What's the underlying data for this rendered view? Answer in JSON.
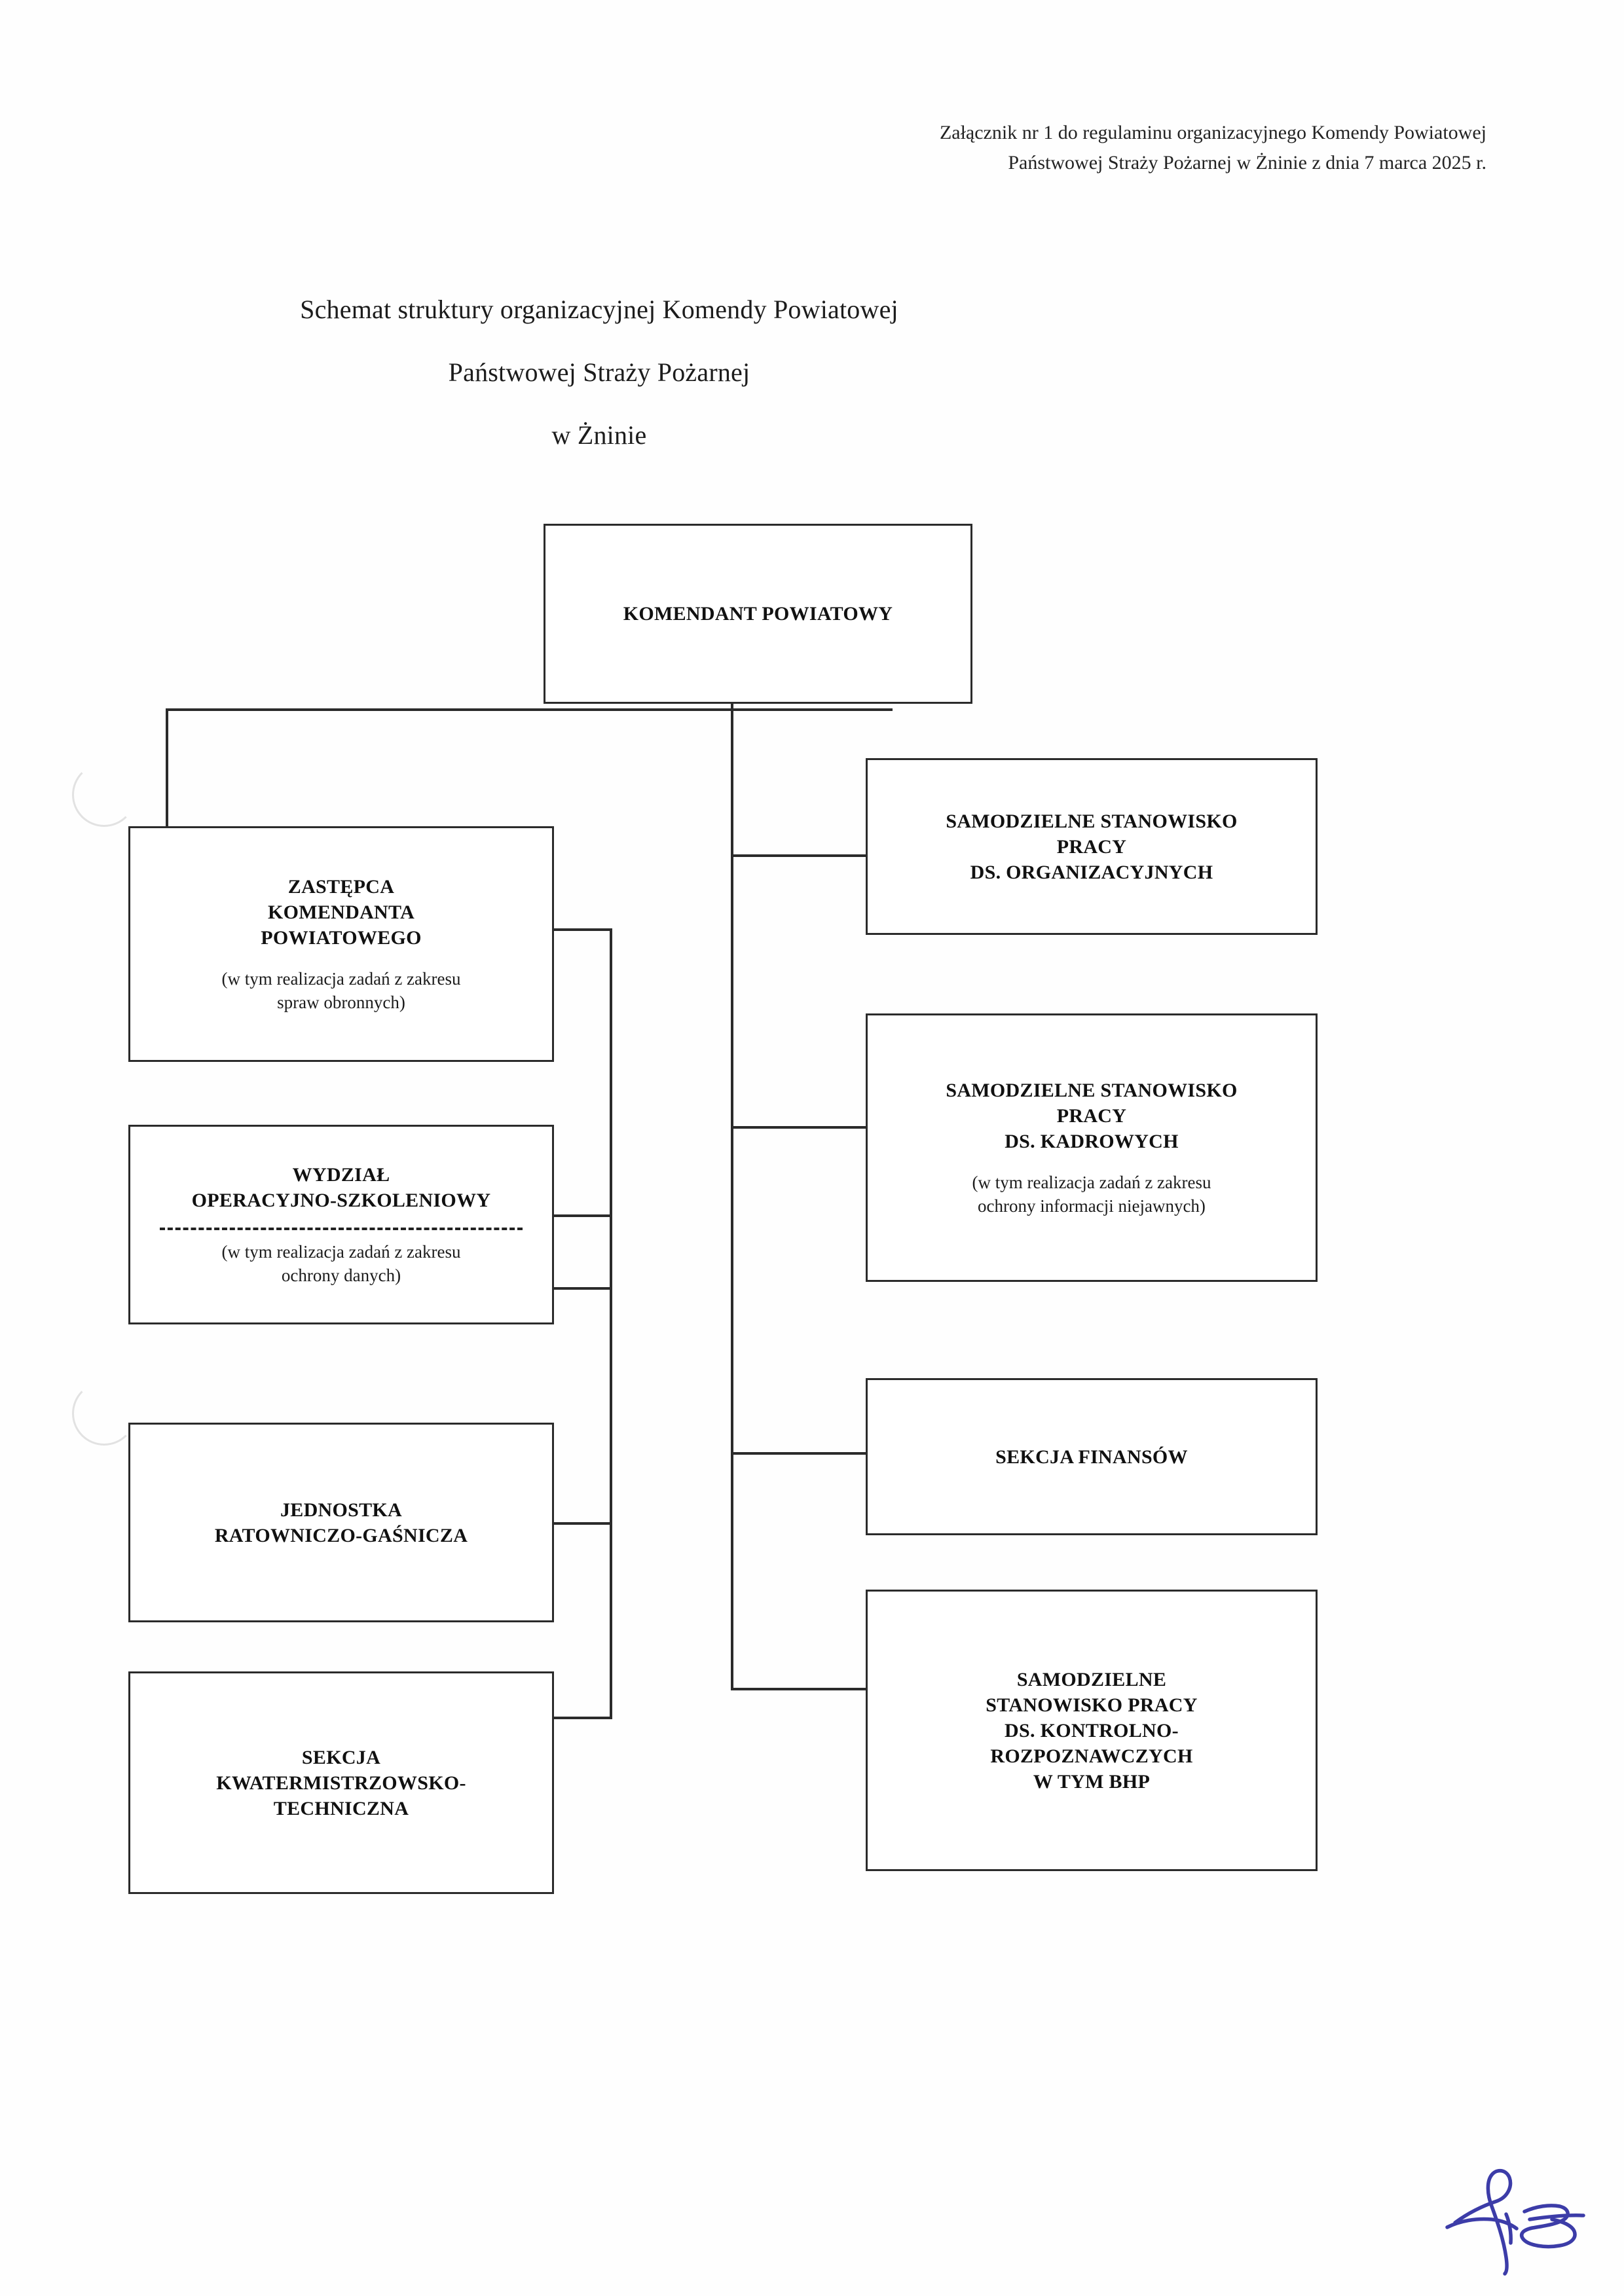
{
  "header_note": {
    "line1": "Załącznik nr 1 do regulaminu organizacyjnego Komendy Powiatowej",
    "line2": "Państwowej Straży Pożarnej w Żninie z dnia 7 marca 2025 r."
  },
  "title": {
    "line1": "Schemat struktury organizacyjnej Komendy Powiatowej",
    "line2": "Państwowej Straży Pożarnej",
    "line3": "w Żninie"
  },
  "nodes": {
    "commander": {
      "title": "KOMENDANT POWIATOWY"
    },
    "deputy": {
      "title": "ZASTĘPCA\nKOMENDANTA\nPOWIATOWEGO",
      "note": "(w tym realizacja zadań z zakresu\nspraw obronnych)"
    },
    "operations": {
      "title": "WYDZIAŁ\nOPERACYJNO-SZKOLENIOWY",
      "note": "(w tym realizacja zadań z zakresu\nochrony danych)"
    },
    "rescue_unit": {
      "title": "JEDNOSTKA\nRATOWNICZO-GAŚNICZA"
    },
    "quartermaster": {
      "title": "SEKCJA\nKWATERMISTRZOWSKO-\nTECHNICZNA"
    },
    "organizational": {
      "title": "SAMODZIELNE STANOWISKO\nPRACY\nDS. ORGANIZACYJNYCH"
    },
    "personnel": {
      "title": "SAMODZIELNE STANOWISKO\nPRACY\nDS. KADROWYCH",
      "note": "(w tym realizacja zadań z zakresu\nochrony informacji niejawnych)"
    },
    "finance": {
      "title": "SEKCJA FINANSÓW"
    },
    "inspection": {
      "title": "SAMODZIELNE\nSTANOWISKO PRACY\nDS. KONTROLNO-\nROZPOZNAWCZYCH\nW TYM BHP"
    }
  },
  "signature": {
    "ink_color": "#3c3ca8"
  },
  "colors": {
    "box_border": "#2b2b2b",
    "text": "#1a1a1a",
    "paper": "#fefefe"
  }
}
